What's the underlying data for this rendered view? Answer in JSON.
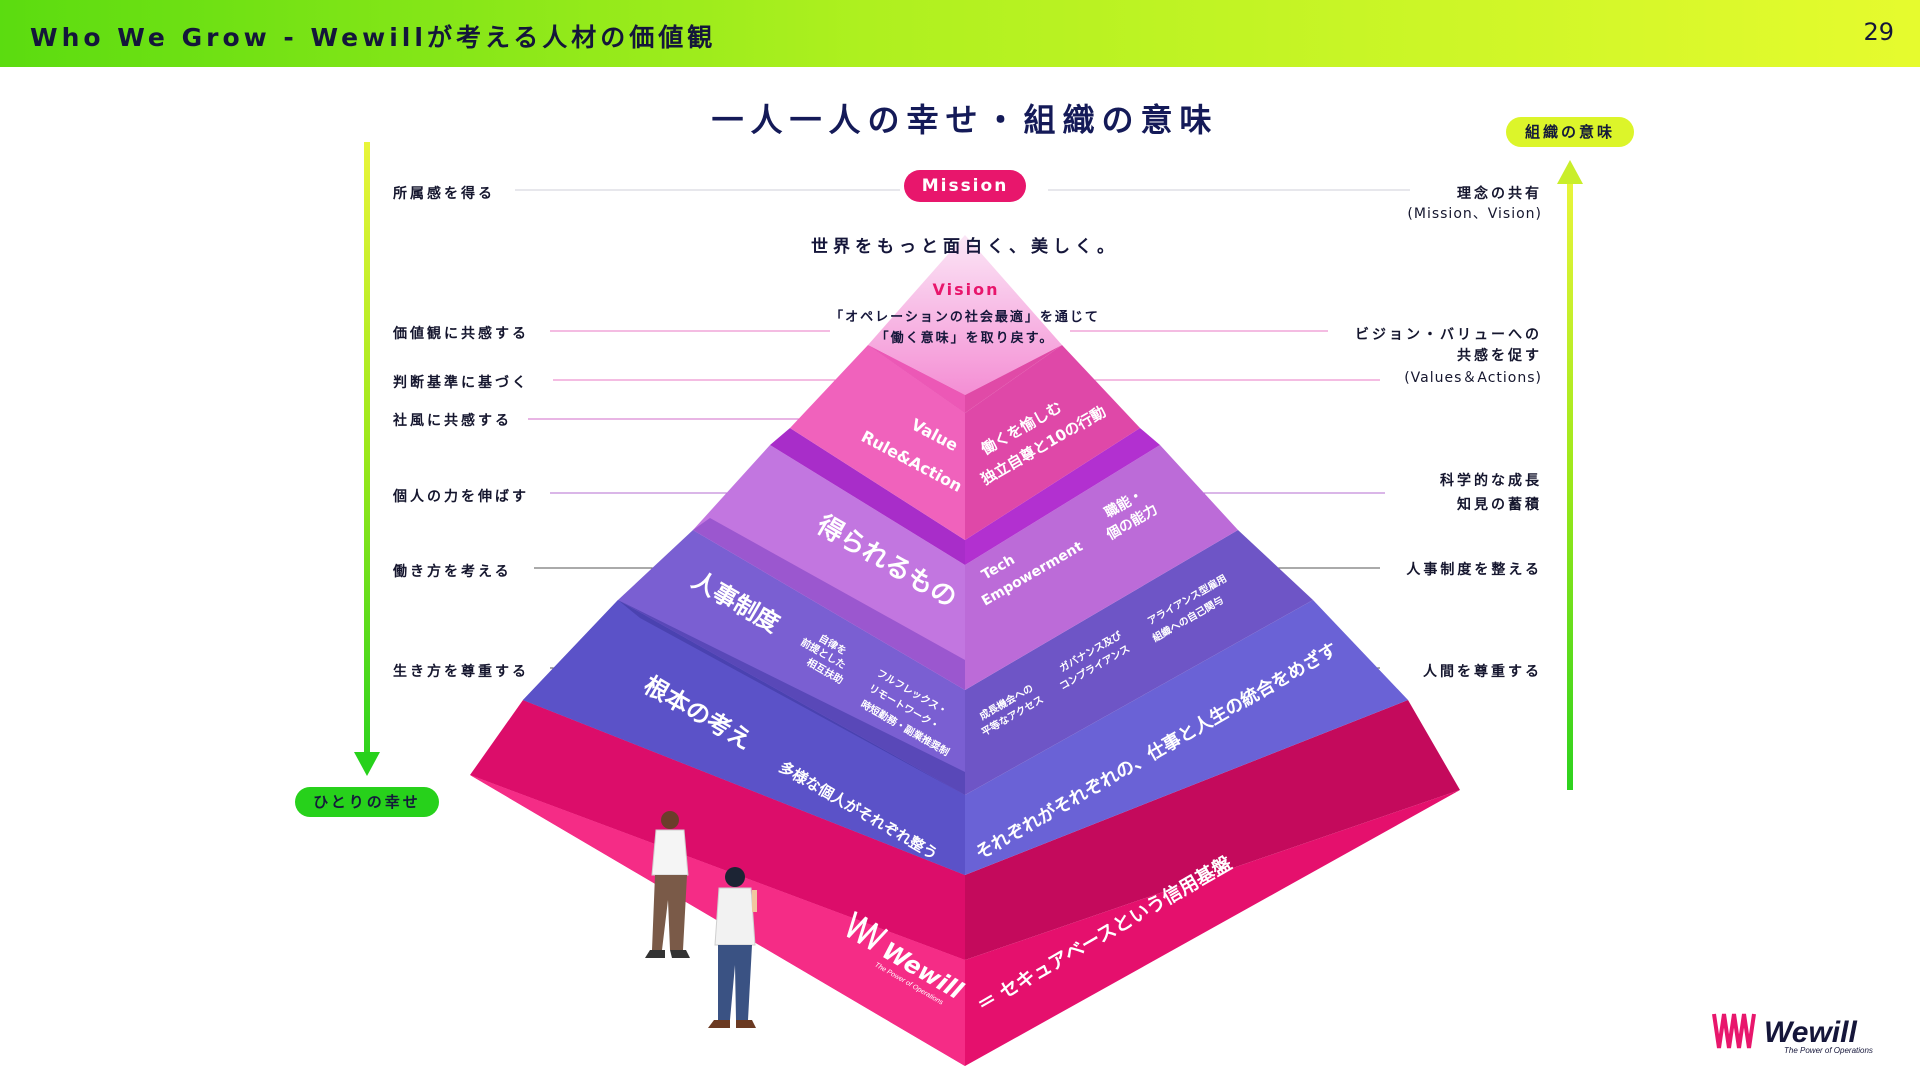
{
  "header": {
    "title": "Who We Grow - Wewillが考える人材の価値観",
    "page_number": "29"
  },
  "main_title": "一人一人の幸せ・組織の意味",
  "axis": {
    "bottom_left_label": "ひとりの幸せ",
    "top_right_label": "組織の意味"
  },
  "left_labels": [
    "所属感を得る",
    "価値観に共感する",
    "判断基準に基づく",
    "社風に共感する",
    "個人の力を伸ばす",
    "働き方を考える",
    "生き方を尊重する"
  ],
  "right_labels": {
    "mission_l1": "理念の共有",
    "mission_l2": "(Mission、Vision)",
    "values_l1": "ビジョン・バリューへの",
    "values_l2": "共感を促す",
    "values_l3": "(Values＆Actions)",
    "growth_l1": "科学的な成長",
    "growth_l2": "知見の蓄積",
    "hr": "人事制度を整える",
    "human": "人間を尊重する"
  },
  "pyramid": {
    "mission_badge": "Mission",
    "mission_text": "世界をもっと面白く、美しく。",
    "vision_title": "Vision",
    "vision_line1": "「オペレーションの社会最適」を通じて",
    "vision_line2": "「働く意味」を取り戻す。",
    "value_l1": "Value",
    "value_l2": "Rule&Action",
    "value_r1": "働くを愉しむ",
    "value_r2": "独立自尊と10の行動",
    "gain_left": "得られるもの",
    "gain_r1": "Tech",
    "gain_r2": "Empowerment",
    "gain_r3": "職能・",
    "gain_r4": "個の能力",
    "hr_left": "人事制度",
    "hr_c1a": "自律を",
    "hr_c1b": "前提とした",
    "hr_c1c": "相互扶助",
    "hr_c2a": "フルフレックス・",
    "hr_c2b": "リモートワーク・",
    "hr_c2c": "時短勤務・副業推奨制",
    "hr_c3a": "成長機会への",
    "hr_c3b": "平等なアクセス",
    "hr_c4a": "ガバナンス及び",
    "hr_c4b": "コンプライアンス",
    "hr_c5a": "アライアンス型雇用",
    "hr_c5b": "組織への自己関与",
    "base_left_title": "根本の考え",
    "base_left_sub": "多様な個人がそれぞれ整う",
    "base_right": "それぞれがそれぞれの、仕事と人生の統合をめざす",
    "foundation_right": "＝ セキュアベースという信用基盤",
    "foundation_logo": "Wewill",
    "foundation_logo_sub": "The Power of Operations"
  },
  "logo": {
    "name": "Wewill",
    "tagline": "The Power of Operations"
  },
  "colors": {
    "mission": "#e8166c",
    "value": "#f02d9a",
    "gain": "#c86ae0",
    "hr": "#8b60d6",
    "base": "#5b52c8",
    "foundation": "#ef0e74"
  }
}
